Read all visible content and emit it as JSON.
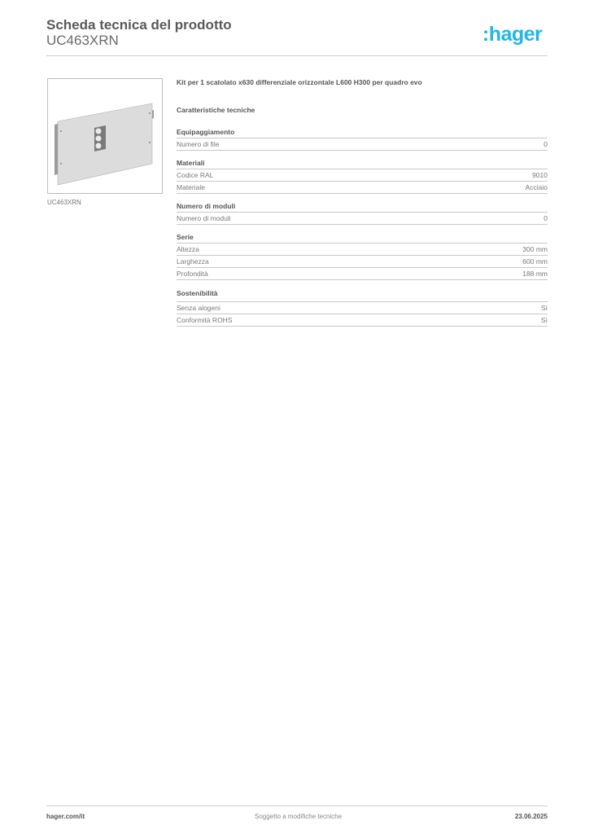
{
  "header": {
    "title": "Scheda tecnica del prodotto",
    "product_code": "UC463XRN",
    "logo_text": ":hager",
    "brand_color": "#1fb6ea"
  },
  "product": {
    "image_alt": "product-panel-image",
    "image_caption": "UC463XRN",
    "description": "Kit per 1 scatolato x630 differenziale orizzontale L600 H300 per quadro evo"
  },
  "specs": {
    "title": "Caratteristiche tecniche",
    "groups": [
      {
        "title": "Equipaggiamento",
        "rows": [
          {
            "label": "Numero di file",
            "value": "0"
          }
        ]
      },
      {
        "title": "Materiali",
        "rows": [
          {
            "label": "Codice RAL",
            "value": "9010"
          },
          {
            "label": "Materiale",
            "value": "Acciaio"
          }
        ]
      },
      {
        "title": "Numero di moduli",
        "rows": [
          {
            "label": "Numero di moduli",
            "value": "0"
          }
        ]
      },
      {
        "title": "Serie",
        "rows": [
          {
            "label": "Altezza",
            "value": "300 mm"
          },
          {
            "label": "Larghezza",
            "value": "600 mm"
          },
          {
            "label": "Profondità",
            "value": "188 mm"
          }
        ]
      },
      {
        "title": "Sostenibilità",
        "rows": [
          {
            "label": "Senza alogeni",
            "value": "Sì"
          },
          {
            "label": "Conformità ROHS",
            "value": "Sì"
          }
        ]
      }
    ]
  },
  "footer": {
    "website": "hager.com/it",
    "notice": "Soggetto a modifiche tecniche",
    "date": "23.06.2025"
  }
}
